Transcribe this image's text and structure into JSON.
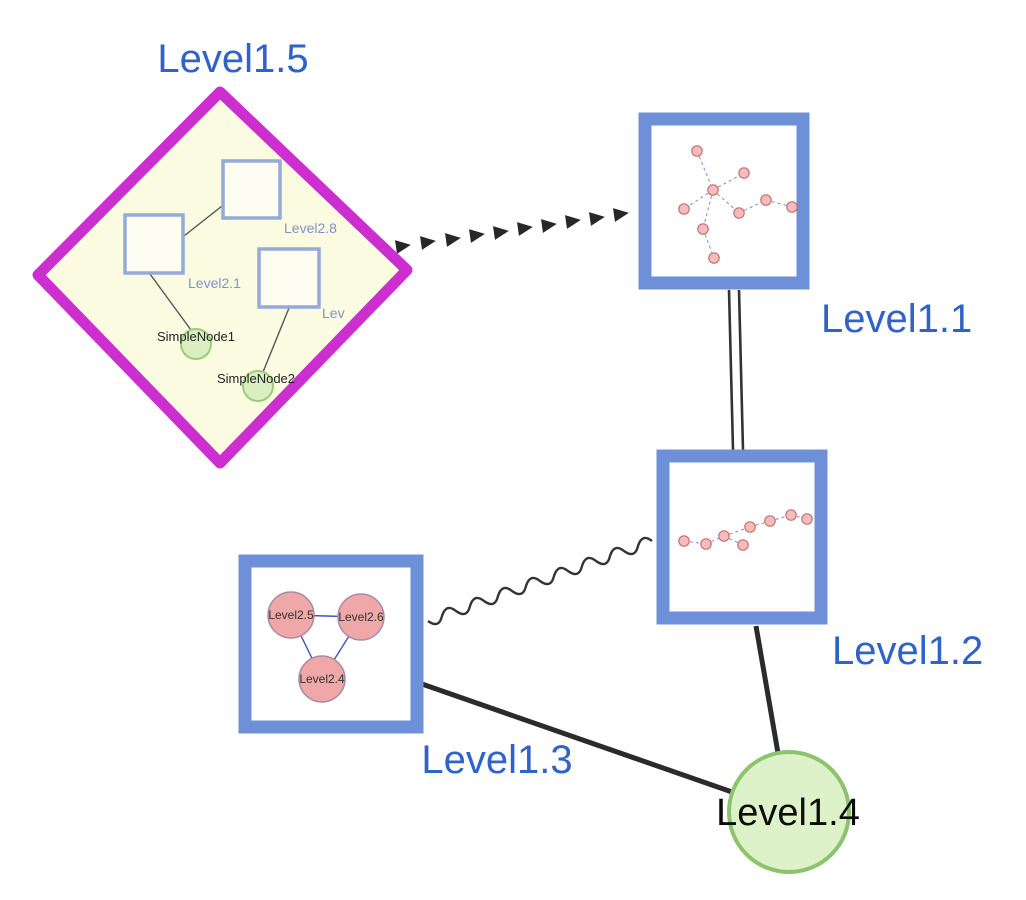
{
  "colors": {
    "accent_blue": "#2f63c9",
    "box_border": "#6e90d8",
    "diamond_border": "#cc2ecf",
    "diamond_fill": "#fbfbe2",
    "inner_square_border": "#94aad8",
    "inner_square_fill": "#fdfdf2",
    "inner_label_blue": "#8092c8",
    "green_fill": "#d9efc1",
    "green_border": "#9dcb7b",
    "big_green_fill": "#def2ca",
    "big_green_border": "#8bc46c",
    "pink_fill": "#f4bdbd",
    "pink_border": "#c96f6f",
    "triangle_node_fill": "#efa7a7",
    "triangle_node_border": "#a98ba9",
    "mini_edge_blue": "#7b8ccc",
    "triangle_edge_blue": "#4450c4",
    "edge_dark": "#2b2b2b"
  },
  "nodes": {
    "level15": {
      "label": "Level1.5",
      "shape": "diamond-group"
    },
    "level11": {
      "label": "Level1.1",
      "shape": "rectangle-group"
    },
    "level12": {
      "label": "Level1.2",
      "shape": "rectangle-group"
    },
    "level13": {
      "label": "Level1.3",
      "shape": "rectangle-group"
    },
    "level14": {
      "label": "Level1.4",
      "shape": "circle"
    }
  },
  "level15_children": {
    "level28": {
      "label": "Level2.8",
      "shape": "square"
    },
    "level21": {
      "label": "Level2.1",
      "shape": "square"
    },
    "lev": {
      "label": "Lev",
      "shape": "square"
    },
    "simplenode1": {
      "label": "SimpleNode1",
      "shape": "circle"
    },
    "simplenode2": {
      "label": "SimpleNode2",
      "shape": "circle"
    }
  },
  "level13_children": {
    "level25": {
      "label": "Level2.5",
      "shape": "circle"
    },
    "level26": {
      "label": "Level2.6",
      "shape": "circle"
    },
    "level24": {
      "label": "Level2.4",
      "shape": "circle"
    }
  },
  "edges": [
    {
      "from": "Level1.5",
      "to": "Level1.1",
      "style": "bold-dashed-arrowheads"
    },
    {
      "from": "Level1.1",
      "to": "Level1.2",
      "style": "double-parallel-line"
    },
    {
      "from": "Level1.3",
      "to": "Level1.2",
      "style": "wavy"
    },
    {
      "from": "Level1.3",
      "to": "Level1.4",
      "style": "solid-bold"
    },
    {
      "from": "Level1.2",
      "to": "Level1.4",
      "style": "solid-bold"
    }
  ]
}
